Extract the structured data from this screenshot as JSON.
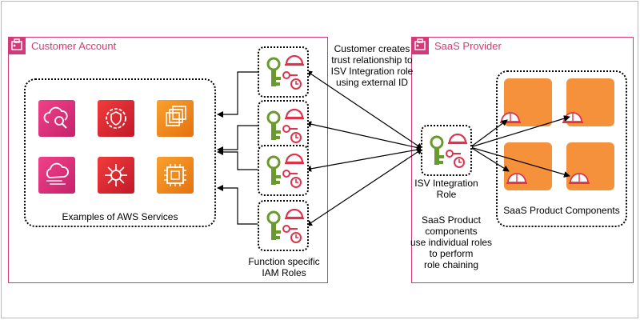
{
  "customer_account": {
    "title": "Customer Account"
  },
  "saas_provider": {
    "title": "SaaS Provider"
  },
  "aws_services": {
    "caption": "Examples of AWS Services",
    "icons": [
      "cloud-search-icon",
      "security-gear-icon",
      "ec2-instances-icon",
      "cloud-stream-icon",
      "hub-network-icon",
      "chip-icon"
    ]
  },
  "function_roles": {
    "caption_line1": "Function specific",
    "caption_line2": "IAM Roles"
  },
  "trust_note": {
    "line1": "Customer creates",
    "line2": "trust relationship to",
    "line3": "ISV Integration role",
    "line4": "using external ID"
  },
  "isv_role": {
    "line1": "ISV Integration",
    "line2": "Role"
  },
  "saas_note": {
    "line1": "SaaS Product",
    "line2": "components",
    "line3": "use individual roles",
    "line4": "to perform",
    "line5": "role chaining"
  },
  "components": {
    "caption": "SaaS Product Components"
  },
  "colors": {
    "account_border": "#d43a7a",
    "iam_green": "#6a9a2e",
    "iam_red": "#dd344c",
    "component_orange": "#f4913a"
  }
}
